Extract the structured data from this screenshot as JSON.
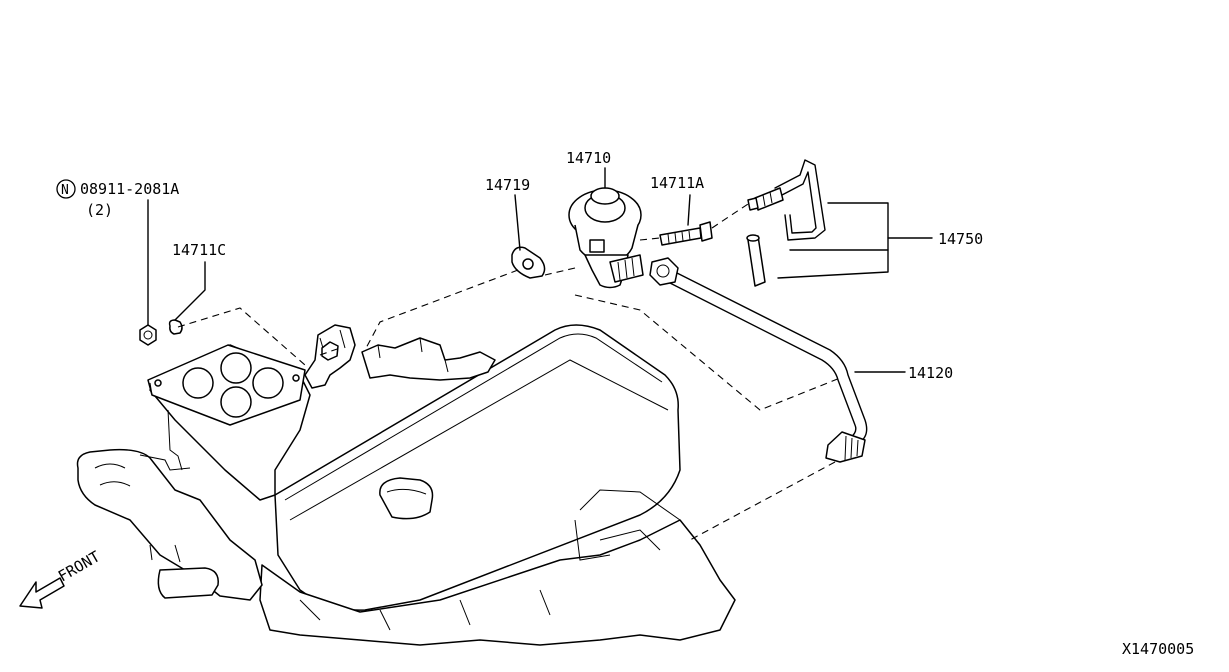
{
  "labels": {
    "egr_valve": "14710",
    "gasket_valve": "14719",
    "bolt": "14711A",
    "stud": "14711C",
    "nut_code": "08911-2081A",
    "nut_qty": "(2)",
    "nut_symbol": "N",
    "vacuum_hose": "14750",
    "egr_tube": "14120",
    "front": "FRONT",
    "figure_id": "X1470005"
  }
}
